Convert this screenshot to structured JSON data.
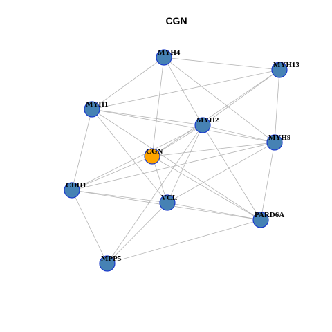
{
  "title": "CGN",
  "colors": {
    "edge": "#b4b4b4",
    "node_fill": "#4682b4",
    "node_stroke": "#1a3acc",
    "highlight_fill": "#ffa500",
    "highlight_stroke": "#1a3acc"
  },
  "nodes": [
    {
      "id": "MYH4",
      "label": "MYH4",
      "highlight": false
    },
    {
      "id": "MYH13",
      "label": "MYH13",
      "highlight": false
    },
    {
      "id": "MYH1",
      "label": "MYH1",
      "highlight": false
    },
    {
      "id": "MYH2",
      "label": "MYH2",
      "highlight": false
    },
    {
      "id": "MYH9",
      "label": "MYH9",
      "highlight": false
    },
    {
      "id": "CGN",
      "label": "CGN",
      "highlight": true
    },
    {
      "id": "CDH1",
      "label": "CDH1",
      "highlight": false
    },
    {
      "id": "VCL",
      "label": "VCL",
      "highlight": false
    },
    {
      "id": "PARD6A",
      "label": "PARD6A",
      "highlight": false
    },
    {
      "id": "MPP5",
      "label": "MPP5",
      "highlight": false
    }
  ],
  "edges": [
    [
      "MYH4",
      "MYH13"
    ],
    [
      "MYH4",
      "MYH1"
    ],
    [
      "MYH4",
      "MYH2"
    ],
    [
      "MYH4",
      "MYH9"
    ],
    [
      "MYH4",
      "CGN"
    ],
    [
      "MYH13",
      "MYH1"
    ],
    [
      "MYH13",
      "MYH2"
    ],
    [
      "MYH13",
      "MYH9"
    ],
    [
      "MYH13",
      "CGN"
    ],
    [
      "MYH1",
      "MYH2"
    ],
    [
      "MYH1",
      "MYH9"
    ],
    [
      "MYH1",
      "CDH1"
    ],
    [
      "MYH1",
      "VCL"
    ],
    [
      "MYH1",
      "PARD6A"
    ],
    [
      "MYH2",
      "MYH9"
    ],
    [
      "MYH2",
      "CGN"
    ],
    [
      "MYH2",
      "CDH1"
    ],
    [
      "MYH2",
      "VCL"
    ],
    [
      "MYH2",
      "PARD6A"
    ],
    [
      "MYH2",
      "MPP5"
    ],
    [
      "MYH9",
      "CGN"
    ],
    [
      "MYH9",
      "CDH1"
    ],
    [
      "MYH9",
      "VCL"
    ],
    [
      "MYH9",
      "PARD6A"
    ],
    [
      "CGN",
      "CDH1"
    ],
    [
      "CGN",
      "VCL"
    ],
    [
      "CGN",
      "PARD6A"
    ],
    [
      "CDH1",
      "VCL"
    ],
    [
      "CDH1",
      "PARD6A"
    ],
    [
      "CDH1",
      "MPP5"
    ],
    [
      "VCL",
      "PARD6A"
    ],
    [
      "VCL",
      "MPP5"
    ],
    [
      "PARD6A",
      "MPP5"
    ]
  ]
}
